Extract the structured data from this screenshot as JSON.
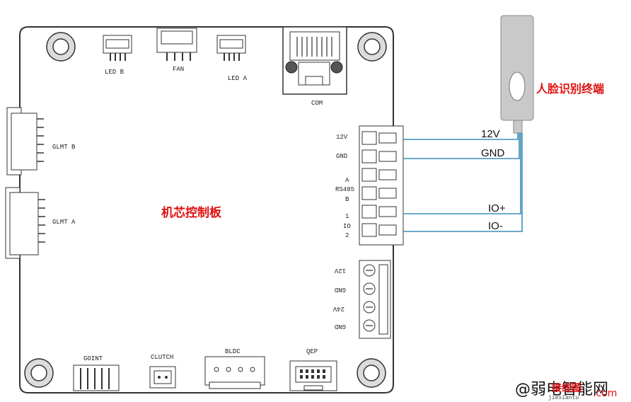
{
  "board": {
    "title": "机芯控制板",
    "connectors": {
      "led_b": "LED B",
      "fan": "FAN",
      "led_a": "LED A",
      "com": "COM",
      "glmt_b": "GLMT B",
      "glmt_a": "GLMT A",
      "goint": "GOINT",
      "clutch": "CLUTCH",
      "bldc": "BLDC",
      "qep": "QEP"
    },
    "terminal_labels": {
      "p12v": "12V",
      "gnd": "GND",
      "a": "A",
      "rs485": "RS485",
      "b": "B",
      "one": "1",
      "io": "IO",
      "two": "2"
    },
    "lower_terminal_labels": {
      "p12v": "12V",
      "gnd1": "GND",
      "p24v": "24V",
      "gnd2": "GND"
    }
  },
  "device": {
    "label": "人脸识别终端"
  },
  "wires": {
    "w12v": "12V",
    "gnd": "GND",
    "io_plus": "IO+",
    "io_minus": "IO-"
  },
  "colors": {
    "wire": "#3b8fb8",
    "title_red": "#e01010",
    "board_stroke": "#333333",
    "device_fill": "#c9c9c9"
  },
  "watermark": {
    "site": "@弱电智能网",
    "overlay": "接线图",
    "domain": "jiexiantu",
    "suffix": ".com"
  }
}
